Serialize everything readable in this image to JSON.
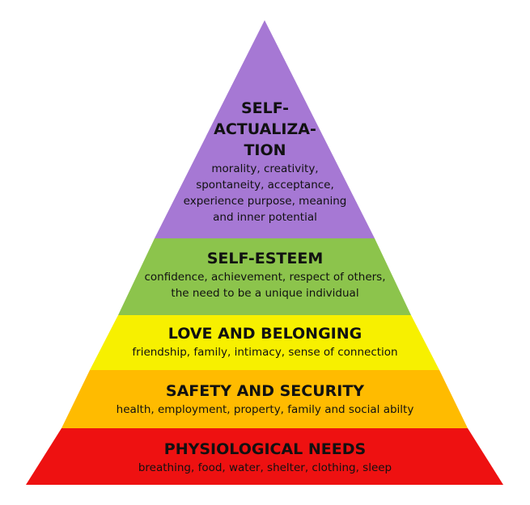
{
  "diagram": {
    "tiers": [
      {
        "title_lines": [
          "SELF-",
          "ACTUALIZA-",
          "TION"
        ],
        "desc_lines": [
          "morality, creativity,",
          "spontaneity, acceptance,",
          "experience purpose, meaning",
          "and inner potential"
        ],
        "color": "#a678d4"
      },
      {
        "title_lines": [
          "SELF-ESTEEM"
        ],
        "desc_lines": [
          "confidence, achievement, respect of others,",
          "the need to be a unique individual"
        ],
        "color": "#8cc44c"
      },
      {
        "title_lines": [
          "LOVE AND BELONGING"
        ],
        "desc_lines": [
          "friendship, family, intimacy, sense of connection"
        ],
        "color": "#f7f000"
      },
      {
        "title_lines": [
          "SAFETY AND SECURITY"
        ],
        "desc_lines": [
          "health, employment, property, family and social abilty"
        ],
        "color": "#ffbb00"
      },
      {
        "title_lines": [
          "PHYSIOLOGICAL NEEDS"
        ],
        "desc_lines": [
          "breathing, food, water, shelter, clothing, sleep"
        ],
        "color": "#ee1111"
      }
    ]
  }
}
